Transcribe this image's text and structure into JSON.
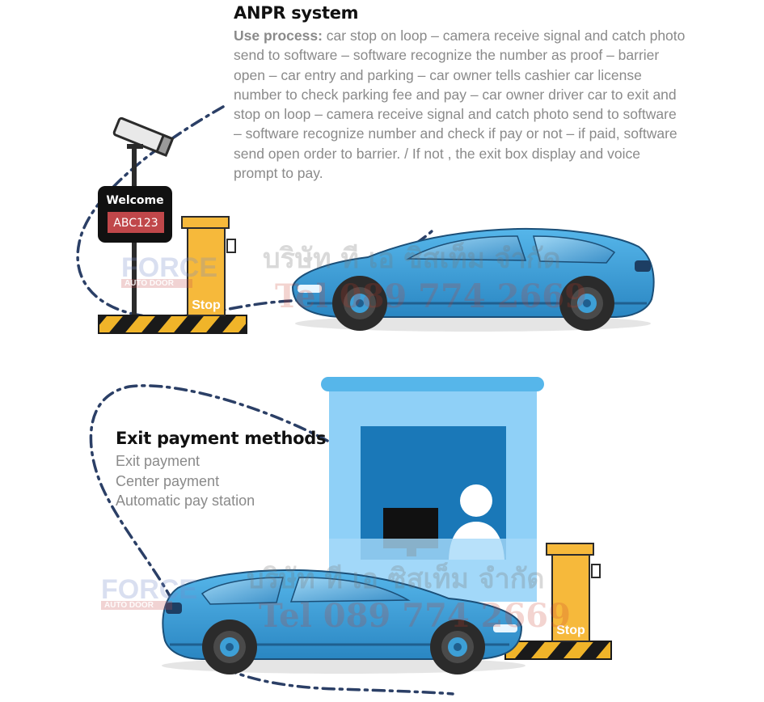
{
  "anpr": {
    "title": "ANPR system",
    "lead": "Use process:",
    "body": " car stop on loop – camera receive signal and catch photo send to software – software recognize the number as proof – barrier open – car entry and parking – car owner tells cashier car license number to check parking fee and pay – car owner driver car to exit and stop on loop – camera receive signal and catch photo send to software – software recognize number and check if pay or not – if paid, software send open order to barrier. / If not , the exit box display and voice prompt to pay."
  },
  "display": {
    "line1": "Welcome",
    "line2": "ABC123"
  },
  "barrier_top": {
    "label": "Stop"
  },
  "barrier_bottom": {
    "label": "Stop"
  },
  "exit": {
    "title": "Exit payment methods",
    "items": [
      "Exit payment",
      "Center payment",
      "Automatic pay station"
    ]
  },
  "watermark": {
    "company": "บริษัท ที เอ ซิสเท็ม จำกัด",
    "tel": "Tel 089 774 2669",
    "logo": "FORCE",
    "logo_sub": "AUTO DOOR"
  },
  "colors": {
    "car_body": "#3d9fd6",
    "car_dark": "#1f5f8f",
    "booth": "#8fd0f7",
    "booth_window": "#1a78b8",
    "barrier": "#f6b93b",
    "dash_line": "#2b3f66"
  }
}
